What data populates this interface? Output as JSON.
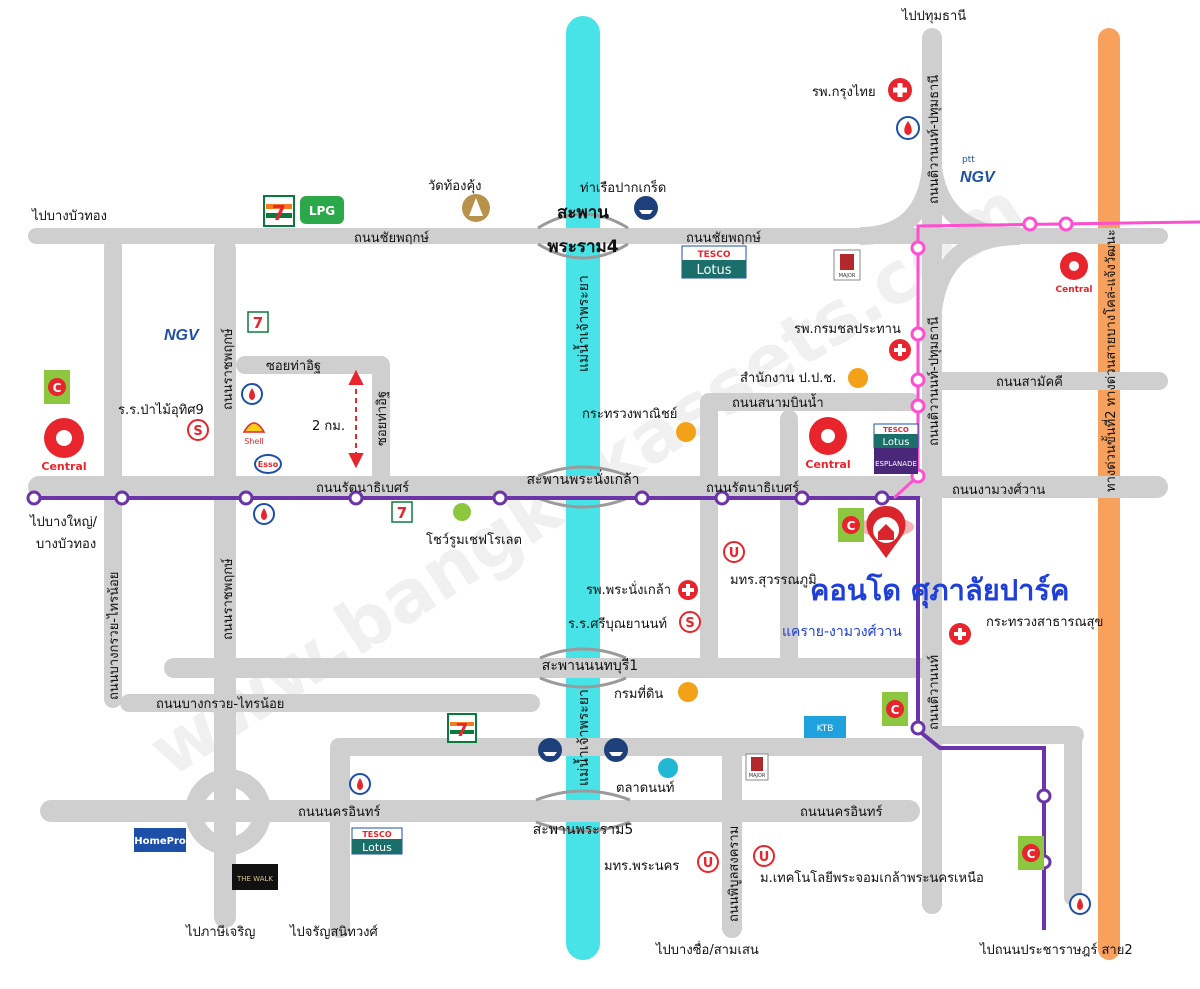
{
  "directions": {
    "to_pathum_thani": "ไปปทุมธานี",
    "to_bang_bua_thong": "ไปบางบัวทอง",
    "to_bang_yai": "ไปบางใหญ่/",
    "to_bang_yai_2": "บางบัวทอง",
    "to_phasi_charoen": "ไปภาษีเจริญ",
    "to_charansanitwong": "ไปจรัญสนิทวงศ์",
    "to_bang_sue": "ไปบางซื่อ/สามเสน",
    "to_prachachuen": "ไปถนนประชาราษฎร์ สาย2"
  },
  "roads": {
    "chaiyaphruek_left": "ถนนชัยพฤกษ์",
    "chaiyaphruek_right": "ถนนชัยพฤกษ์",
    "rattanathibet_left": "ถนนรัตนาธิเบศร์",
    "rattanathibet_right": "ถนนรัตนาธิเบศร์",
    "ngamwongwan": "ถนนงามวงศ์วาน",
    "samakkhi": "ถนนสามัคคี",
    "sanambinnam": "ถนนสนามบินน้ำ",
    "nakhon_in_left": "ถนนนครอินทร์",
    "nakhon_in_right": "ถนนนครอินทร์",
    "bang_kruai_sai_noi": "ถนนบางกรวย-ไทรน้อย",
    "bang_kruai_sai_noi_v": "ถนนบางกรวย-ไทรน้อย",
    "ratchaphruek_upper": "ถนนราชพฤกษ์",
    "ratchaphruek_lower": "ถนนราชพฤกษ์",
    "soi_tha_it": "ซอยท่าอิฐ",
    "soi_tha_it_v": "ซอยท่าอิฐ",
    "tiwanon_pathum_top": "ถนนติวานนท์-ปทุมธานี",
    "tiwanon_pathum_mid": "ถนนติวานนท์-ปทุมธานี",
    "tiwanon": "ถนนติวานนท์",
    "phibun_songkhram": "ถนนพิบูลสงคราม",
    "expressway": "ทางด่วนขั้นที่2 ทางด่วนสายบางโคล่-แจ้งวัฒนะ"
  },
  "bridges": {
    "rama4_a": "สะพาน",
    "rama4_b": "พระราม4",
    "phra_nang_klao": "สะพานพระนั่งเกล้า",
    "nonthaburi1": "สะพานนนทบุรี1",
    "rama5": "สะพานพระราม5"
  },
  "river": {
    "upper": "แม่น้ำเจ้าพระยา",
    "lower": "แม่น้ำเจ้าพระยา"
  },
  "places": {
    "wat_thong_khung": "วัดท้องคุ้ง",
    "tha_ruea_pak_kret": "ท่าเรือปากเกร็ด",
    "krung_thai_hospital": "รพ.กรุงไทย",
    "chonprathan_hospital": "รพ.กรมชลประทาน",
    "ppc_office": "สำนักงาน ป.ป.ช.",
    "commerce_ministry": "กระทรวงพาณิชย์",
    "health_ministry": "กระทรวงสาธารณสุข",
    "land_department": "กรมที่ดิน",
    "pranangklao_hospital": "รพ.พระนั่งเกล้า",
    "sriboonyanon_school": "ร.ร.ศรีบุณยานนท์",
    "pamai_school": "ร.ร.ป่าไม้อุทิศ9",
    "chef_showroom": "โชว์รูมเชฟโรเลต",
    "stou": "มทร.สุวรรณภูมิ",
    "rmutp": "มทร.พระนคร",
    "kmutnb": "ม.เทคโนโลยีพระจอมเกล้าพระนครเหนือ",
    "nonthaburi_market": "ตลาดนนท์",
    "distance": "2 กม."
  },
  "condo": {
    "name": "คอนโด ศุภาลัยปาร์ค",
    "sub": "แคราย-งามวงศ์วาน"
  },
  "brands": {
    "central": "Central",
    "tesco_top": "TESCO",
    "lotus": "Lotus",
    "lpg": "LPG",
    "seven": "7",
    "seven_sub": "ELEVEN",
    "ptt": "ptt",
    "ngv": "NGV",
    "shell": "Shell",
    "esso": "Esso",
    "homepro": "HomePro",
    "thewalk": "THE WALK",
    "major": "MAJOR",
    "ktb": "KTB",
    "esplanade": "ESPLANADE",
    "big_c": "C"
  },
  "watermark": "www.bangkokassets.com",
  "colors": {
    "road": "#cfcfcf",
    "river": "#47e3e6",
    "expressway": "#f7a15c",
    "purple_line": "#6b34a8",
    "pink_line": "#ff4fd0",
    "condo_text": "#1f3fd8",
    "hospital": "#e8242c",
    "gov": "#f2a118"
  }
}
